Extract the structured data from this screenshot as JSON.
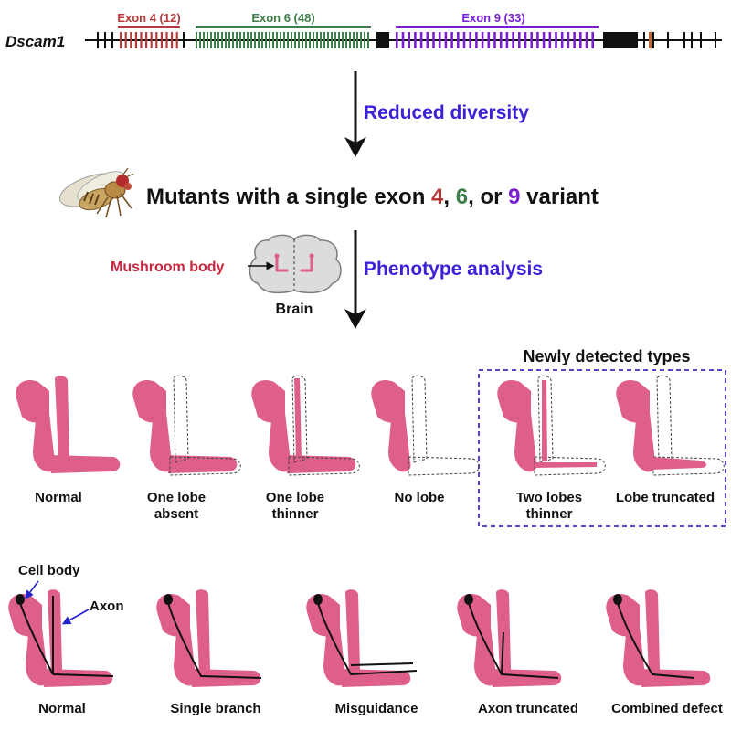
{
  "gene": {
    "name": "Dscam1",
    "exon4_label": "Exon 4 (12)",
    "exon6_label": "Exon 6 (48)",
    "exon9_label": "Exon 9 (33)"
  },
  "flow": {
    "reduced_diversity": "Reduced diversity",
    "mutants_prefix": "Mutants with a single exon ",
    "exon4": "4",
    "sep1": ", ",
    "exon6": "6",
    "sep2": ", or ",
    "exon9": "9",
    "mutants_suffix": " variant",
    "mushroom_body": "Mushroom body",
    "brain": "Brain",
    "phenotype_analysis": "Phenotype analysis"
  },
  "lobe_types": {
    "newly_detected_title": "Newly detected types",
    "items": [
      {
        "line1": "Normal",
        "line2": ""
      },
      {
        "line1": "One lobe",
        "line2": "absent"
      },
      {
        "line1": "One lobe",
        "line2": "thinner"
      },
      {
        "line1": "No lobe",
        "line2": ""
      },
      {
        "line1": "Two lobes",
        "line2": "thinner"
      },
      {
        "line1": "Lobe truncated",
        "line2": ""
      }
    ]
  },
  "axon_types": {
    "cell_body": "Cell body",
    "axon": "Axon",
    "items": [
      "Normal",
      "Single branch",
      "Misguidance",
      "Axon truncated",
      "Combined defect"
    ]
  },
  "colors": {
    "exon4": "#b53a3a",
    "exon6": "#3e7f4a",
    "exon9": "#7a1fd1",
    "blue_text": "#3b22d8",
    "crimson": "#c8243e",
    "lobe_pink": "#de5f88",
    "dashed_box": "#3a32c8"
  }
}
